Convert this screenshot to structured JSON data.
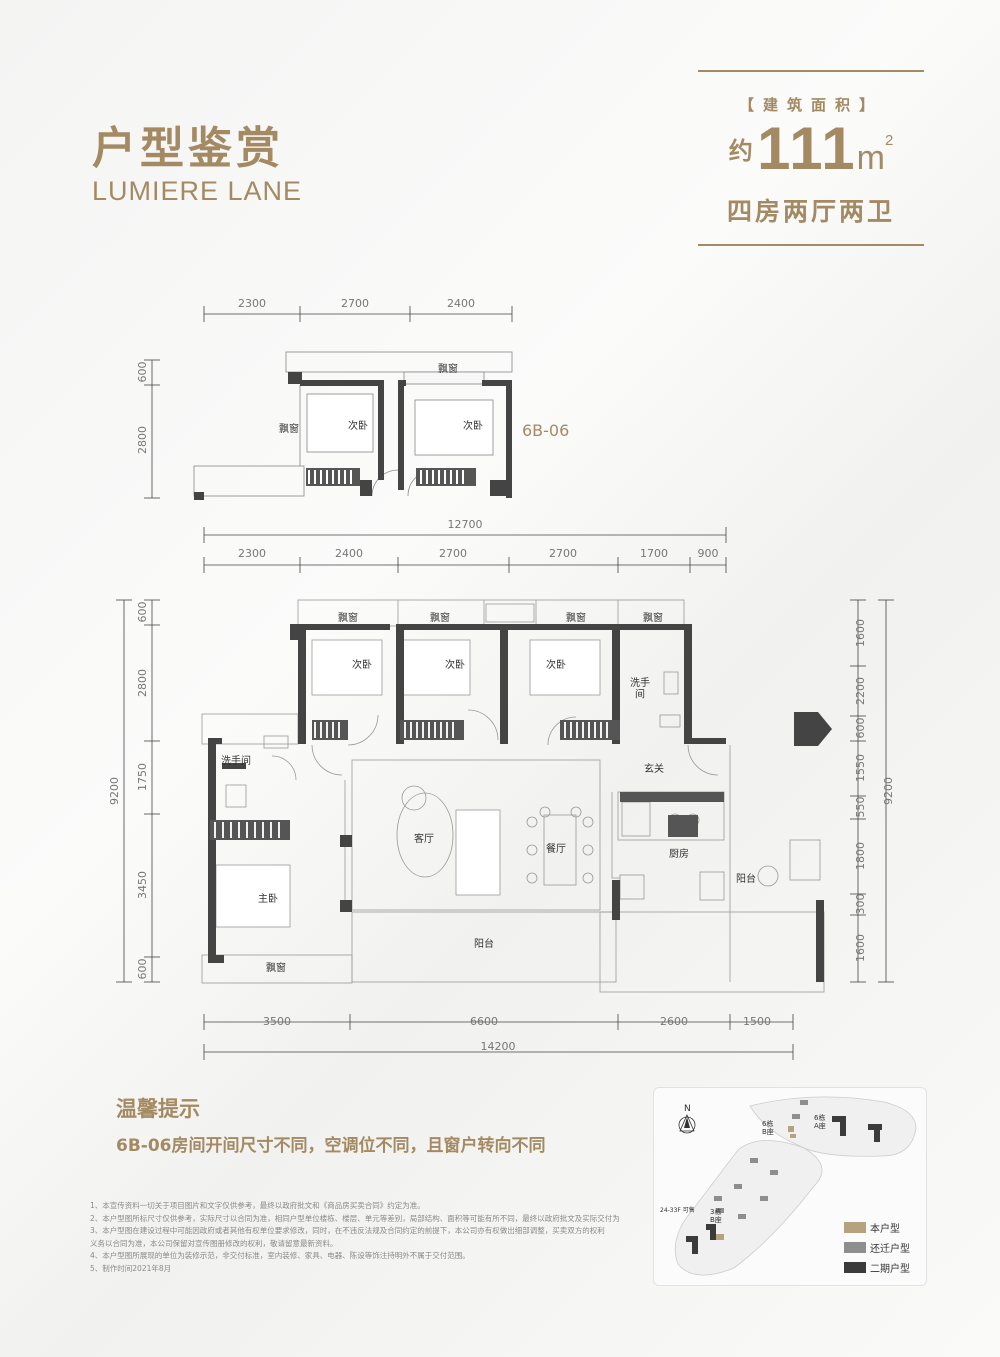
{
  "header": {
    "title": "户型鉴赏",
    "subtitle": "LUMIERE LANE"
  },
  "info": {
    "area_label": "【建筑面积】",
    "area_prefix": "约",
    "area_value": "111",
    "area_unit": "m",
    "area_unit_sup": "2",
    "rooms": "四房两厅两卫"
  },
  "plan_top": {
    "unit_label": "6B-06",
    "dims_top": [
      "2300",
      "2700",
      "2400"
    ],
    "dims_left": [
      "600",
      "2800"
    ],
    "rooms": {
      "bay_window_top": "飘窗",
      "bay_window_left": "飘窗",
      "bedroom_a": "次卧",
      "bedroom_b": "次卧"
    }
  },
  "plan_main": {
    "total_top": "12700",
    "dims_top": [
      "2300",
      "2400",
      "2700",
      "2700",
      "1700",
      "900"
    ],
    "dims_left": [
      "600",
      "2800",
      "1750",
      "3450",
      "600"
    ],
    "total_left": "9200",
    "dims_right": [
      "1600",
      "2200",
      "600",
      "1550",
      "550",
      "1800",
      "300",
      "1600"
    ],
    "total_right": "9200",
    "dims_bottom": [
      "3500",
      "6600",
      "2600",
      "1500"
    ],
    "total_bottom": "14200",
    "rooms": {
      "bay1": "飘窗",
      "bay2": "飘窗",
      "bay3": "飘窗",
      "bay4": "飘窗",
      "bed1": "次卧",
      "bed2": "次卧",
      "bed3": "次卧",
      "bath_right": "洗手\n间",
      "bath_left": "洗手间",
      "foyer": "玄关",
      "living": "客厅",
      "dining": "餐厅",
      "kitchen": "厨房",
      "balcony_small": "阳台",
      "master": "主卧",
      "balcony": "阳台",
      "bay_bottom": "飘窗"
    }
  },
  "tips": {
    "title": "温馨提示",
    "text": "6B-06房间开间尺寸不同，空调位不同，且窗户转向不同"
  },
  "notes": [
    "1、本宣传资料一切关于项目图片和文字仅供参考，最终以政府批文和《商品房买卖合同》约定为准。",
    "2、本户型图所标尺寸仅供参考，实际尺寸以合同为准，相同户型单位楼栋、楼层、单元等差别，局部结构、面积等可能有所不同，最终以政府批文及实际交付为准。",
    "3、本户型图在建设过程中可能因政府或者其他有权单位要求修改，同时，在不违反法规及合同约定的前提下，本公司亦有权做出细部调整，买卖双方的权利",
    "义务以合同为准，本公司保留对宣传图册修改的权利，敬请留意最新资料。",
    "4、本户型图所展现的单位为装修示范，非交付标准，室内装修、家具、电器、陈设等饰注持明外不属于交付范围。",
    "5、制作时间2021年8月"
  ],
  "location_map": {
    "north": "N",
    "labels": {
      "b6b": "6栋\nB座",
      "b6a": "6栋\nA座",
      "b3b": "3栋\nB座",
      "floors": "24-33F 可售"
    },
    "legend": [
      {
        "label": "本户型",
        "color": "#b5a27f"
      },
      {
        "label": "还迁户型",
        "color": "#8e8e8e"
      },
      {
        "label": "二期户型",
        "color": "#3b3b3b"
      }
    ]
  }
}
